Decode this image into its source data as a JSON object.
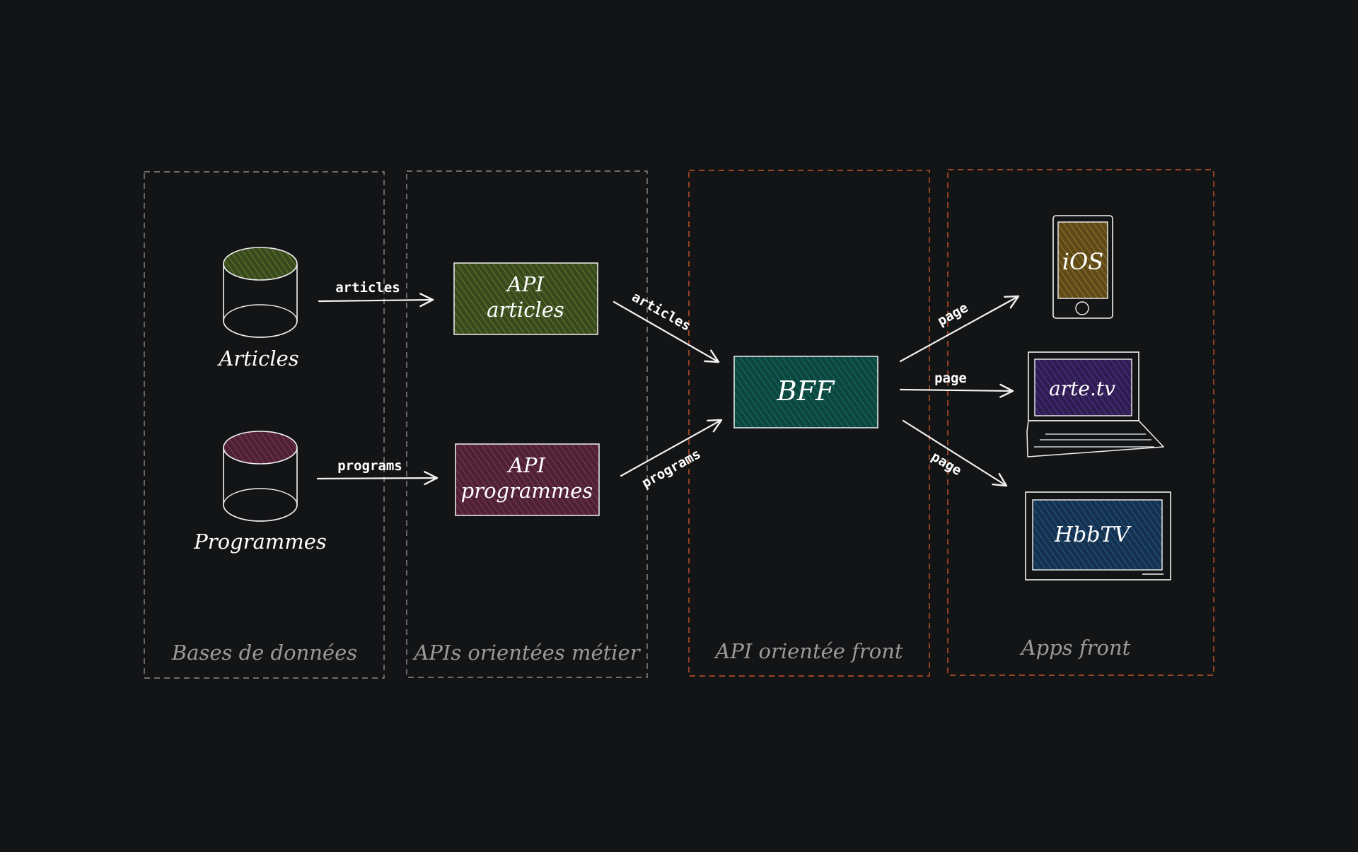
{
  "colors": {
    "background": "#131416",
    "stroke": "#f2f2f2",
    "group_border_gray": "#8a8a8a",
    "group_border_orange": "#c8542b",
    "group_label": "#9a9a9a",
    "articles_fill": "#4a5a26",
    "programs_fill": "#6a2e46",
    "bff_fill": "#0f5a50",
    "ios_fill": "#8a6a22",
    "arte_fill": "#4a2a78",
    "hbbtv_fill": "#1c4a72"
  },
  "groups": {
    "databases": "Bases de données",
    "business_apis": "APIs orientées métier",
    "front_api": "API orientée front",
    "front_apps": "Apps front"
  },
  "nodes": {
    "db_articles": "Articles",
    "db_programmes": "Programmes",
    "api_articles_line1": "API",
    "api_articles_line2": "articles",
    "api_programmes_line1": "API",
    "api_programmes_line2": "programmes",
    "bff": "BFF",
    "ios": "iOS",
    "arte": "arte.tv",
    "hbbtv": "HbbTV"
  },
  "edges": {
    "db_to_api_articles": "articles",
    "db_to_api_programs": "programs",
    "api_articles_to_bff": "articles",
    "api_programs_to_bff": "programs",
    "bff_to_ios": "page",
    "bff_to_arte": "page",
    "bff_to_hbbtv": "page"
  }
}
